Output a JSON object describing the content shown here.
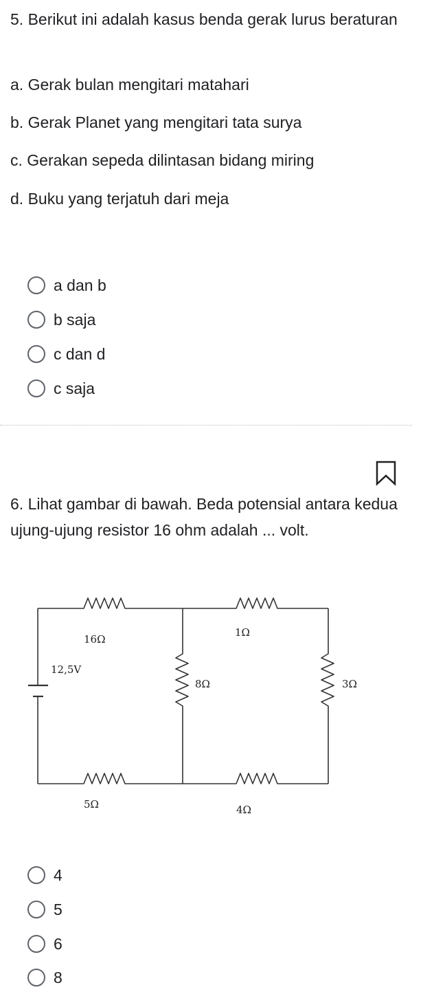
{
  "question5": {
    "text": "5. Berikut ini adalah kasus benda gerak lurus beraturan",
    "items": [
      "a. Gerak bulan mengitari matahari",
      "b. Gerak Planet yang mengitari tata surya",
      "c. Gerakan sepeda dilintasan bidang miring",
      "d. Buku yang terjatuh dari meja"
    ],
    "options": [
      "a dan b",
      "b saja",
      "c dan d",
      "c saja"
    ]
  },
  "question6": {
    "text": "6. Lihat gambar di bawah. Beda potensial antara kedua ujung-ujung resistor 16 ohm adalah ... volt.",
    "circuit": {
      "r_top_left": "16Ω",
      "r_top_right": "1Ω",
      "battery": "12,5V",
      "r_middle": "8Ω",
      "r_right": "3Ω",
      "r_bottom_left": "5Ω",
      "r_bottom_right": "4Ω"
    },
    "options": [
      "4",
      "5",
      "6",
      "8"
    ]
  },
  "icons": {
    "bookmark": "bookmark-icon"
  }
}
